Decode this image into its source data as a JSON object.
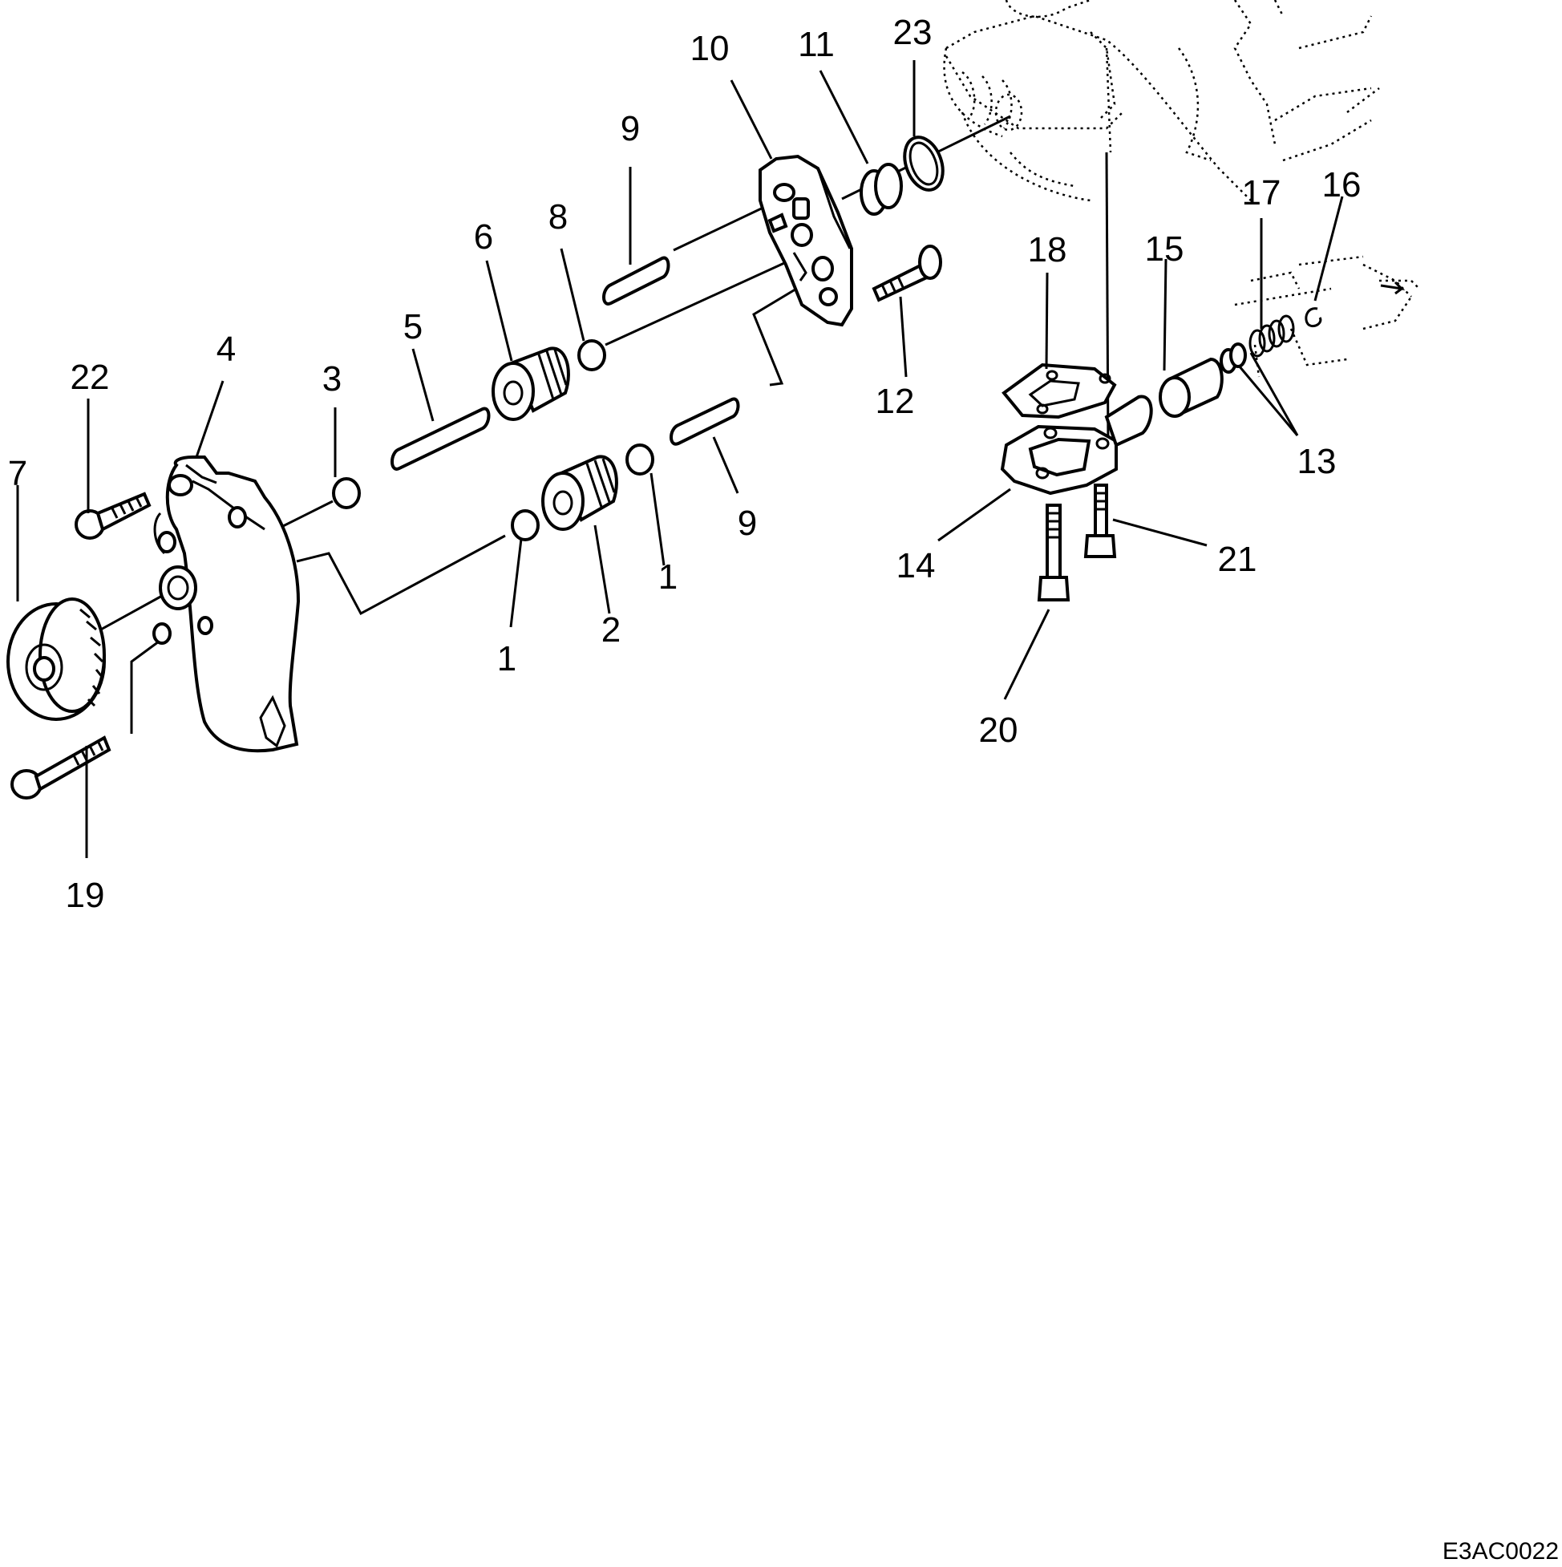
{
  "diagram": {
    "callouts": [
      "1",
      "1",
      "2",
      "3",
      "4",
      "5",
      "6",
      "7",
      "8",
      "9",
      "9",
      "10",
      "11",
      "12",
      "13",
      "14",
      "15",
      "16",
      "17",
      "18",
      "19",
      "20",
      "21",
      "22",
      "23"
    ],
    "figure_code": "E3AC0022"
  }
}
